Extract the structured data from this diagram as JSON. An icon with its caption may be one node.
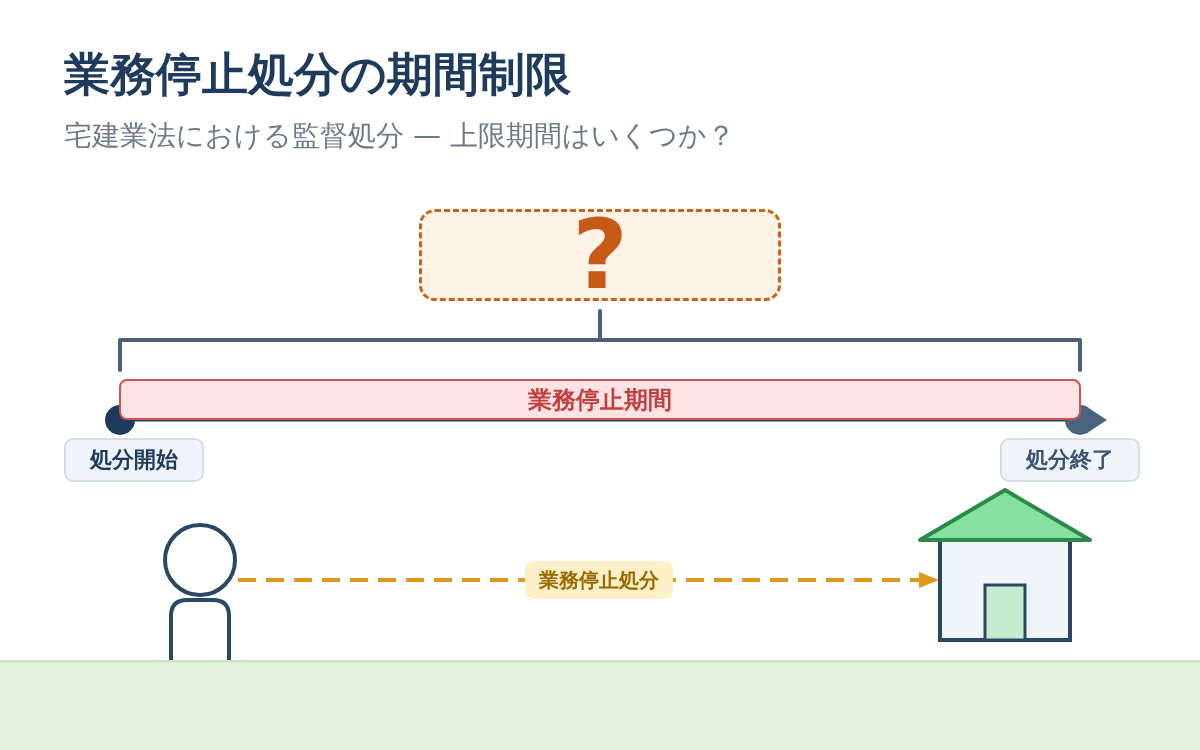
{
  "diagram": {
    "title": "業務停止処分の期間制限",
    "nodes": [
      {
        "text": [
          "?"
        ]
      },
      {
        "text": [
          "業務停止期間"
        ]
      },
      {
        "text": [
          "処分開始"
        ]
      },
      {
        "text": [
          "処分終了"
        ]
      },
      {
        "text": [],
        "shape": "person"
      },
      {
        "text": [],
        "shape": "picture"
      }
    ],
    "edges": [
      {
        "from": 4,
        "to": 5,
        "arrow": "to",
        "label": "業務停止処分",
        "style": "dashed",
        "color": "#e0981a"
      }
    ],
    "labels": [
      "宅建業法における監督処分 — 上限期間はいくつか？"
    ]
  }
}
